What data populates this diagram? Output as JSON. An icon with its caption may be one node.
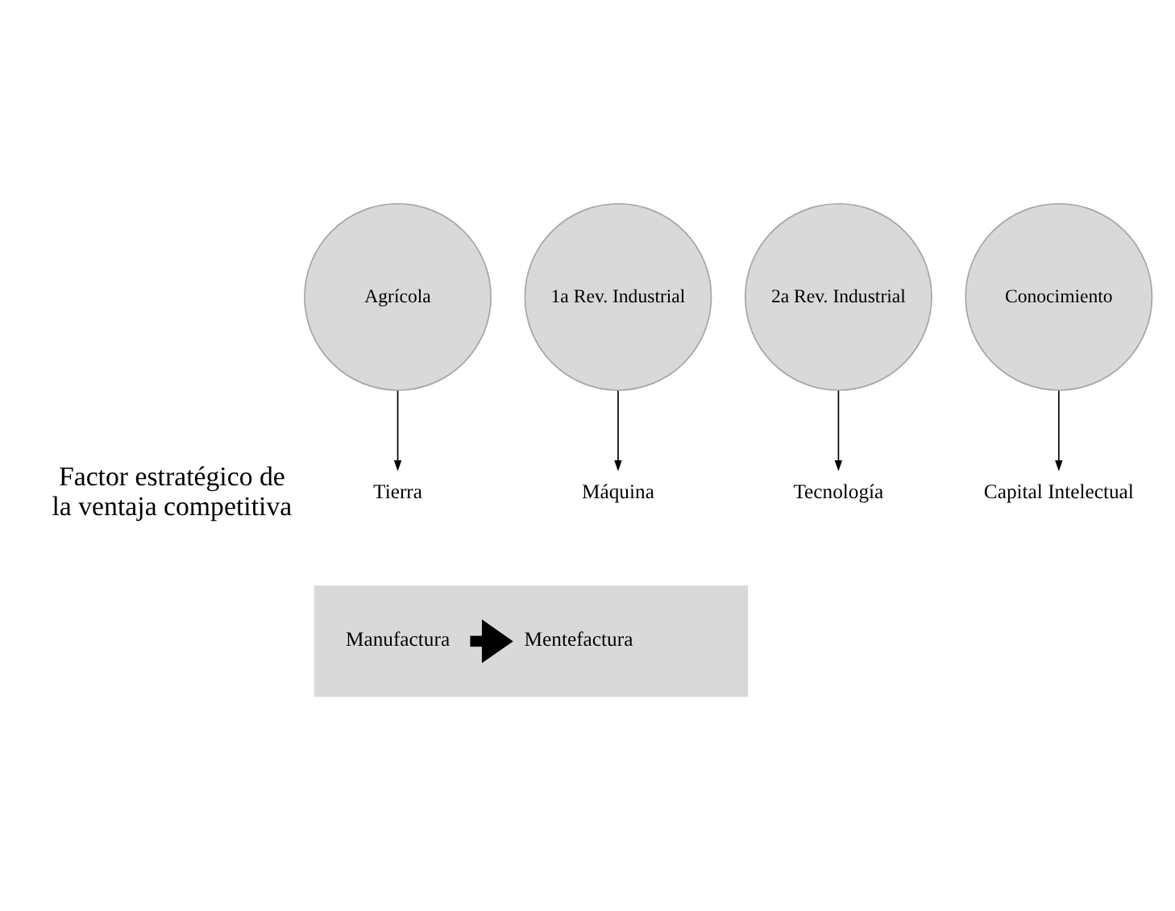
{
  "diagram": {
    "nodes": [
      {
        "text": [
          "Agrícola"
        ]
      },
      {
        "text": [
          "1a Rev. Industrial"
        ]
      },
      {
        "text": [
          "2a Rev. Industrial"
        ]
      },
      {
        "text": [
          "Conocimiento"
        ]
      },
      {
        "text": [
          "Tierra"
        ]
      },
      {
        "text": [
          "Máquina"
        ]
      },
      {
        "text": [
          "Tecnología"
        ]
      },
      {
        "text": [
          "Capital Intelectual"
        ]
      },
      {
        "text": [],
        "shape": "arrow"
      },
      {
        "text": [
          "Manufactura"
        ],
        "in": 8
      },
      {
        "text": [
          "Mentefactura"
        ],
        "in": 8
      }
    ],
    "edges": [
      {
        "from": 0,
        "to": 4,
        "arrow": "to"
      },
      {
        "from": 1,
        "to": 5,
        "arrow": "to"
      },
      {
        "from": 2,
        "to": 6,
        "arrow": "to"
      },
      {
        "from": 3,
        "to": 7,
        "arrow": "to"
      },
      {
        "from": 9,
        "to": 10,
        "arrow": "to",
        "style": "thick"
      }
    ],
    "labels": [
      "Factor estratégico de la ventaja competitiva"
    ]
  }
}
